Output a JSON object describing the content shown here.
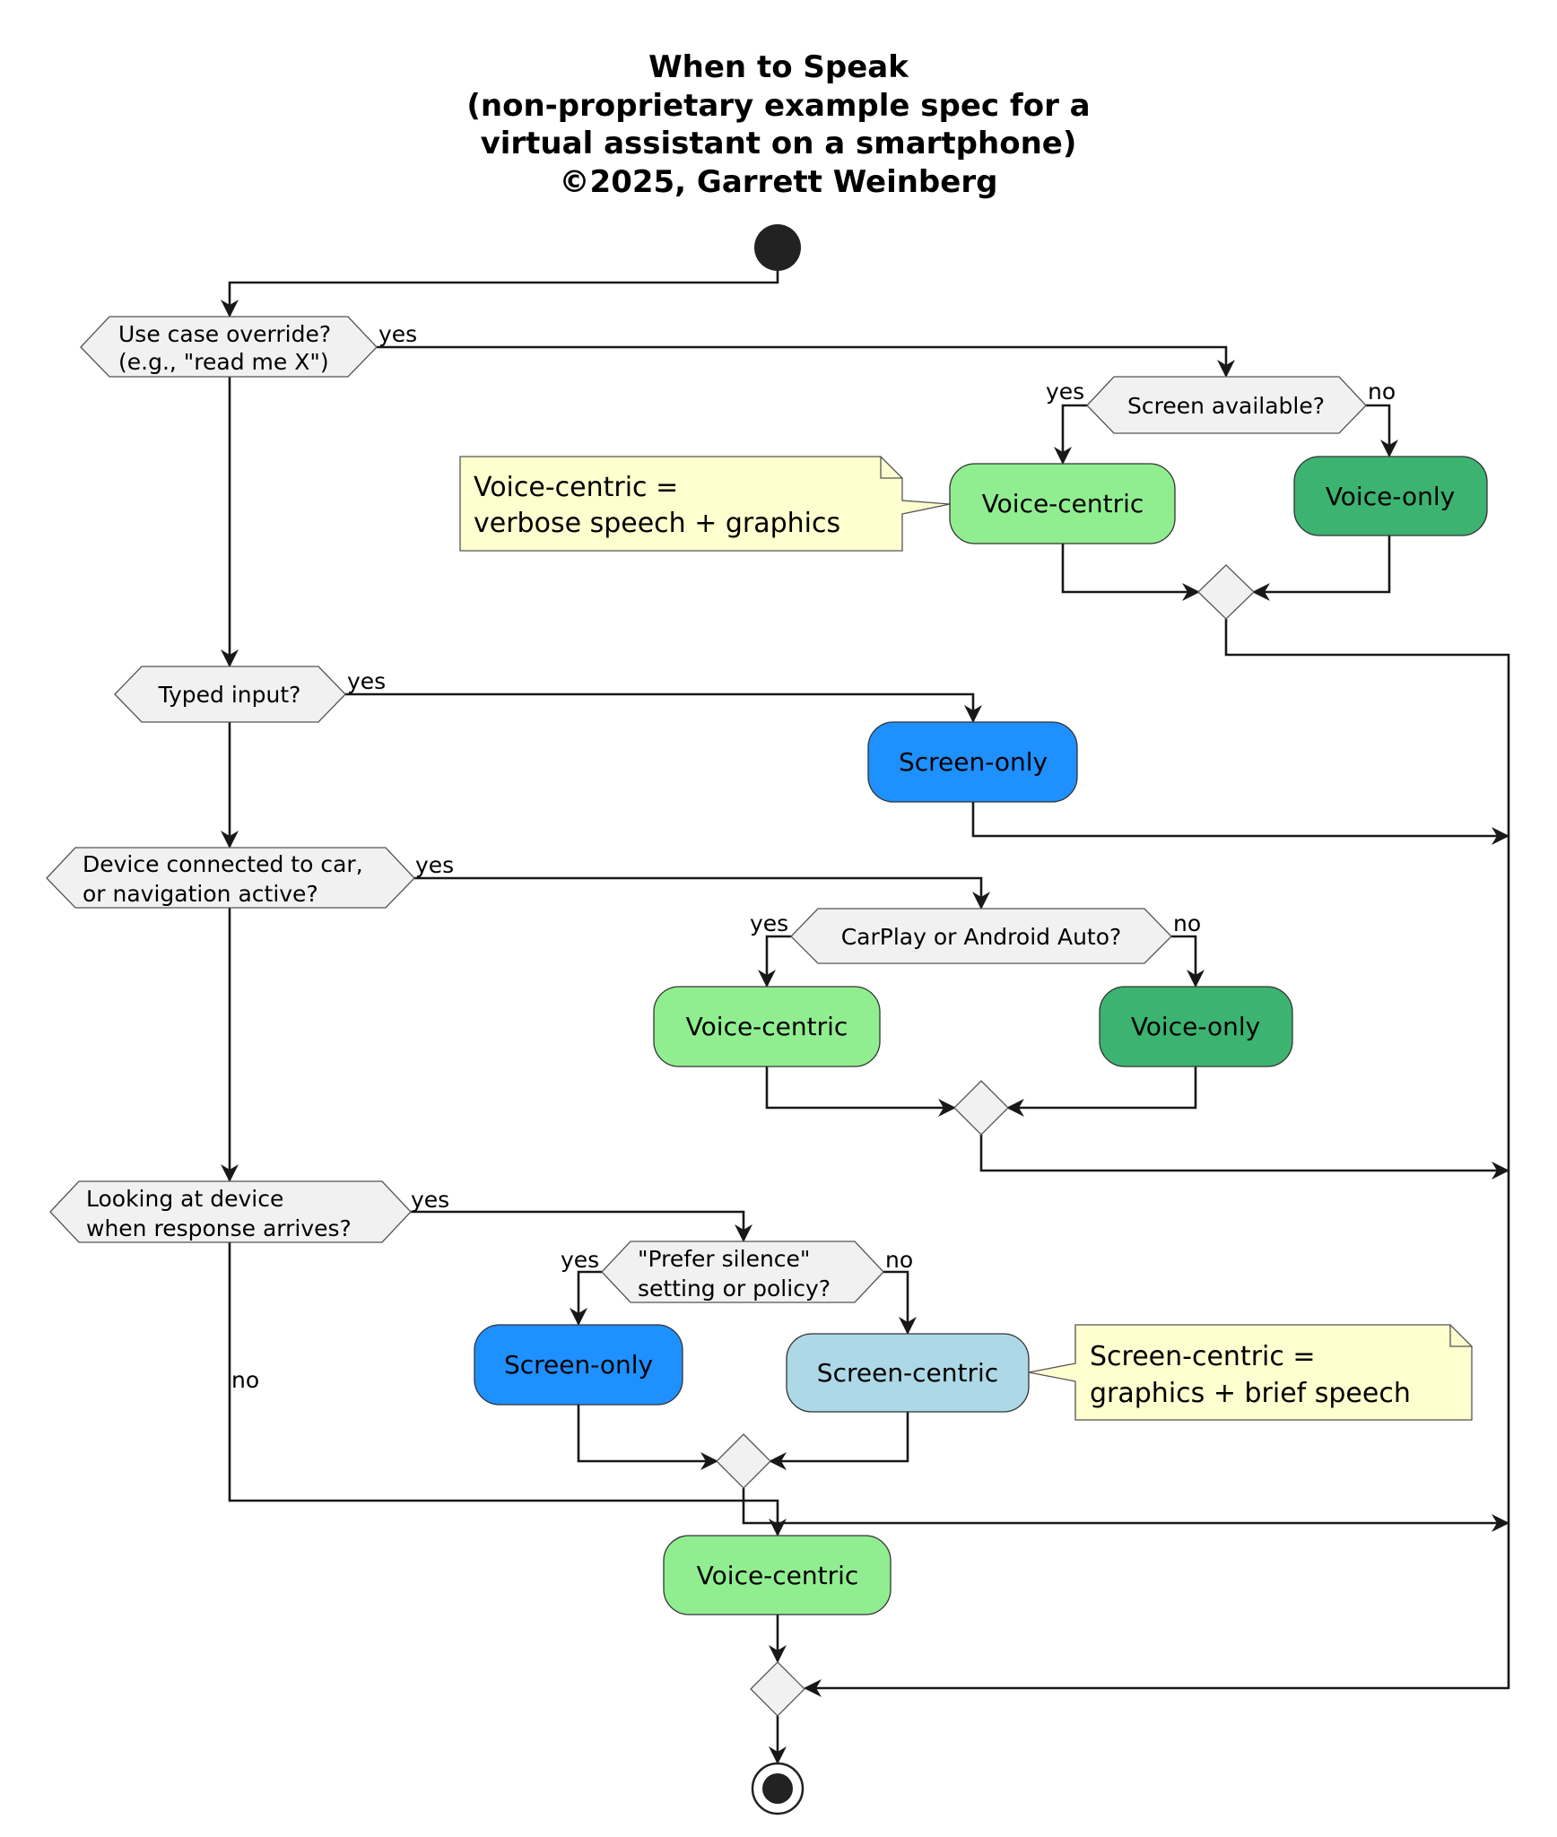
{
  "title": {
    "lines": [
      "When to Speak",
      "(non-proprietary example spec for a",
      "virtual assistant on a smartphone)",
      "©2025, Garrett Weinberg"
    ]
  },
  "colors": {
    "voice_centric": "#90ee90",
    "voice_only": "#3cb371",
    "screen_only": "#1e90ff",
    "screen_centric": "#add8e6",
    "decision_fill": "#f1f1f1",
    "note_fill": "#fefece",
    "line": "#181818",
    "start_end": "#222222"
  },
  "decisions": {
    "use_case_override": [
      "Use case override?",
      "(e.g., \"read me X\")"
    ],
    "screen_available": [
      "Screen available?"
    ],
    "typed_input": [
      "Typed input?"
    ],
    "device_connected": [
      "Device connected to car,",
      "or navigation active?"
    ],
    "carplay": [
      "CarPlay or Android Auto?"
    ],
    "looking_at_device": [
      "Looking at device",
      "when response arrives?"
    ],
    "prefer_silence": [
      "\"Prefer silence\"",
      "setting or policy?"
    ]
  },
  "edge_labels": {
    "yes": "yes",
    "no": "no"
  },
  "actions": {
    "voice_centric": "Voice-centric",
    "voice_only": "Voice-only",
    "screen_only": "Screen-only",
    "screen_centric": "Screen-centric"
  },
  "notes": {
    "voice_centric_note": [
      "Voice-centric =",
      "verbose speech + graphics"
    ],
    "screen_centric_note": [
      "Screen-centric =",
      "graphics + brief speech"
    ]
  }
}
